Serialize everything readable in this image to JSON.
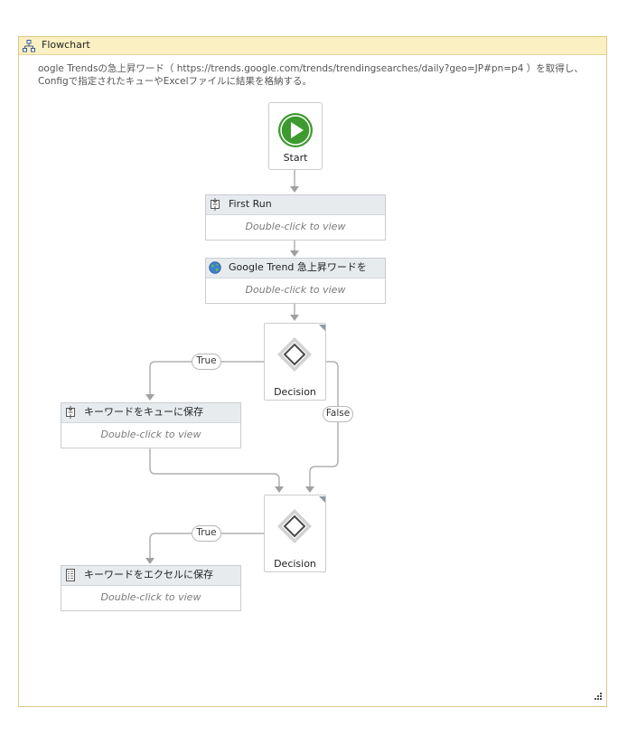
{
  "flowchart": {
    "title": "Flowchart",
    "description_line1": "oogle Trendsの急上昇ワード（ https://trends.google.com/trends/trendingsearches/daily?geo=JP#pn=p4 ）を取得し、",
    "description_line2": "Configで指定されたキューやExcelファイルに結果を格納する。"
  },
  "nodes": {
    "start": {
      "label": "Start"
    },
    "first_run": {
      "title": "First Run",
      "subtitle": "Double-click to view"
    },
    "google_trend": {
      "title": "Google Trend 急上昇ワードを",
      "subtitle": "Double-click to view"
    },
    "decision1": {
      "label": "Decision",
      "true_label": "True",
      "false_label": "False"
    },
    "save_queue": {
      "title": "キーワードをキューに保存",
      "subtitle": "Double-click to view"
    },
    "decision2": {
      "label": "Decision",
      "true_label": "True"
    },
    "save_excel": {
      "title": "キーワードをエクセルに保存",
      "subtitle": "Double-click to view"
    }
  },
  "colors": {
    "start_green": "#3c9a2e",
    "connector_gray": "#a9a9a9",
    "header_yellow": "#fbf0c2"
  }
}
